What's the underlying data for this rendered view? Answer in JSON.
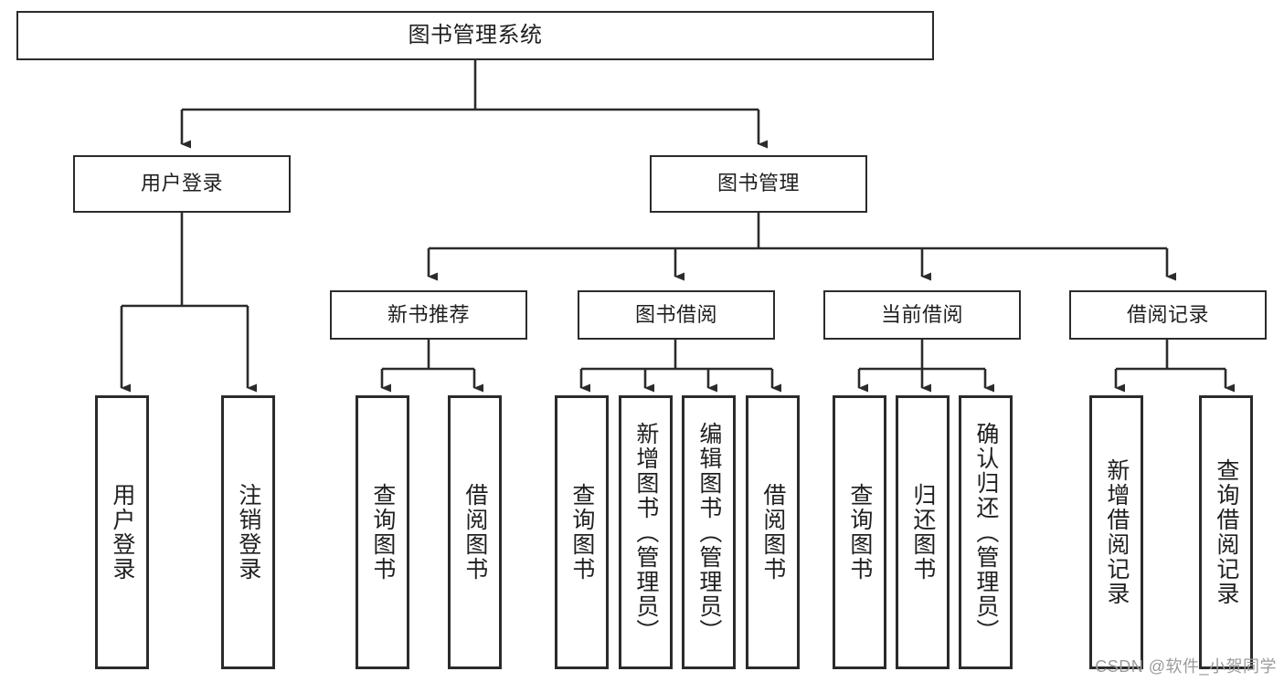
{
  "diagram": {
    "title": "图书管理系统",
    "type": "功能结构图",
    "line_color": "#2b2b2b",
    "box_fill": "#ffffff",
    "text_color": "#1f1f1f"
  },
  "root": {
    "label": "图书管理系统"
  },
  "level2": [
    {
      "label": "用户登录"
    },
    {
      "label": "图书管理"
    }
  ],
  "level3": [
    {
      "label": "新书推荐"
    },
    {
      "label": "图书借阅"
    },
    {
      "label": "当前借阅"
    },
    {
      "label": "借阅记录"
    }
  ],
  "leaves": {
    "user_login": [
      {
        "label": "用户登录"
      },
      {
        "label": "注销登录"
      }
    ],
    "new_book_recommend": [
      {
        "label": "查询图书"
      },
      {
        "label": "借阅图书"
      }
    ],
    "book_borrow": [
      {
        "label": "查询图书"
      },
      {
        "label": "新增图书（管理员）"
      },
      {
        "label": "编辑图书（管理员）"
      },
      {
        "label": "借阅图书"
      }
    ],
    "current_borrow": [
      {
        "label": "查询图书"
      },
      {
        "label": "归还图书"
      },
      {
        "label": "确认归还（管理员）"
      }
    ],
    "borrow_record": [
      {
        "label": "新增借阅记录"
      },
      {
        "label": "查询借阅记录"
      }
    ]
  },
  "watermark": {
    "text": "CSDN @软件_小贺同学"
  }
}
